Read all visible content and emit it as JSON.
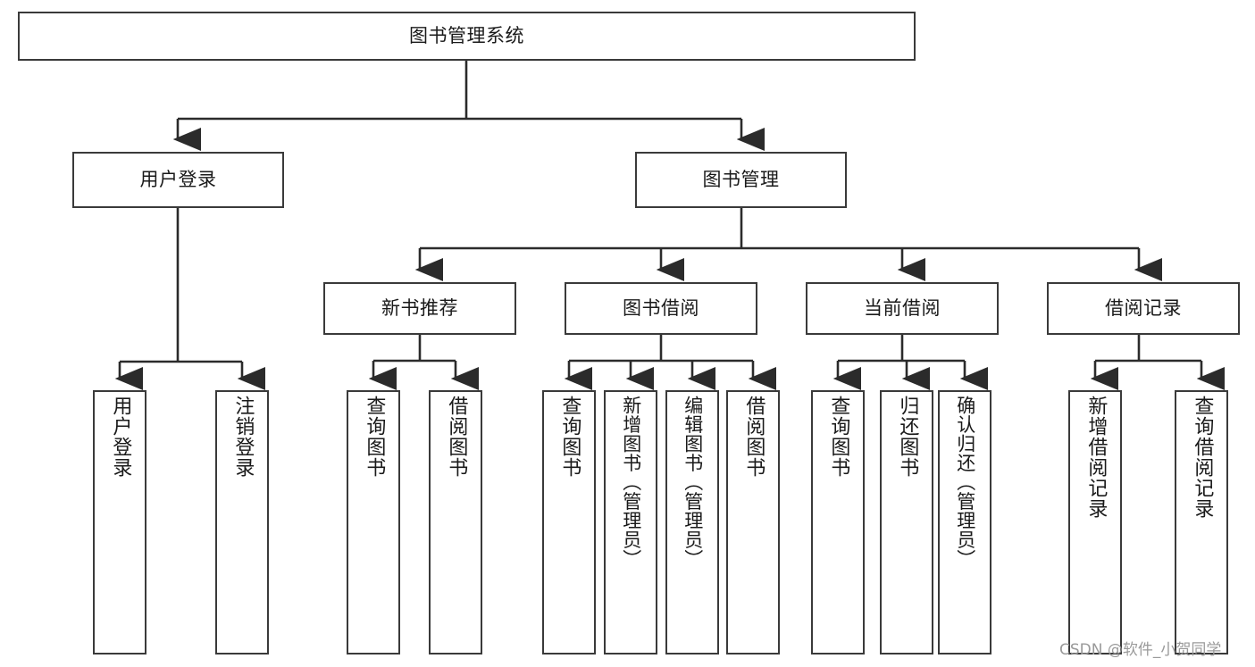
{
  "diagram": {
    "type": "tree-hierarchy-chart",
    "title_node": "图书管理系统",
    "watermark": "CSDN @软件_小贺同学",
    "colors": {
      "node_border": "#3a3a3a",
      "node_fill": "#ffffff",
      "connector": "#2b2b2b",
      "text": "#1a1a1a",
      "watermark": "#9a9a9a",
      "background": "#ffffff"
    },
    "nodes": {
      "root": {
        "label": "图书管理系统"
      },
      "level2": [
        {
          "id": "user-login",
          "label": "用户登录"
        },
        {
          "id": "book-management",
          "label": "图书管理"
        }
      ],
      "level3": [
        {
          "id": "new-book-recommend",
          "label": "新书推荐"
        },
        {
          "id": "book-borrow",
          "label": "图书借阅"
        },
        {
          "id": "current-borrow",
          "label": "当前借阅"
        },
        {
          "id": "borrow-record",
          "label": "借阅记录"
        }
      ],
      "leaves": {
        "user-login": [
          {
            "id": "leaf-user-login",
            "label": "用户登录"
          },
          {
            "id": "leaf-logout-login",
            "label": "注销登录"
          }
        ],
        "new-book-recommend": [
          {
            "id": "leaf-query-book-1",
            "label": "查询图书"
          },
          {
            "id": "leaf-borrow-book-1",
            "label": "借阅图书"
          }
        ],
        "book-borrow": [
          {
            "id": "leaf-query-book-2",
            "label": "查询图书"
          },
          {
            "id": "leaf-add-book-admin",
            "label": "新增图书（管理员）"
          },
          {
            "id": "leaf-edit-book-admin",
            "label": "编辑图书（管理员）"
          },
          {
            "id": "leaf-borrow-book-2",
            "label": "借阅图书"
          }
        ],
        "current-borrow": [
          {
            "id": "leaf-query-book-3",
            "label": "查询图书"
          },
          {
            "id": "leaf-return-book",
            "label": "归还图书"
          },
          {
            "id": "leaf-confirm-return-admin",
            "label": "确认归还（管理员）"
          }
        ],
        "borrow-record": [
          {
            "id": "leaf-add-borrow-record",
            "label": "新增借阅记录"
          },
          {
            "id": "leaf-query-borrow-record",
            "label": "查询借阅记录"
          }
        ]
      }
    }
  }
}
